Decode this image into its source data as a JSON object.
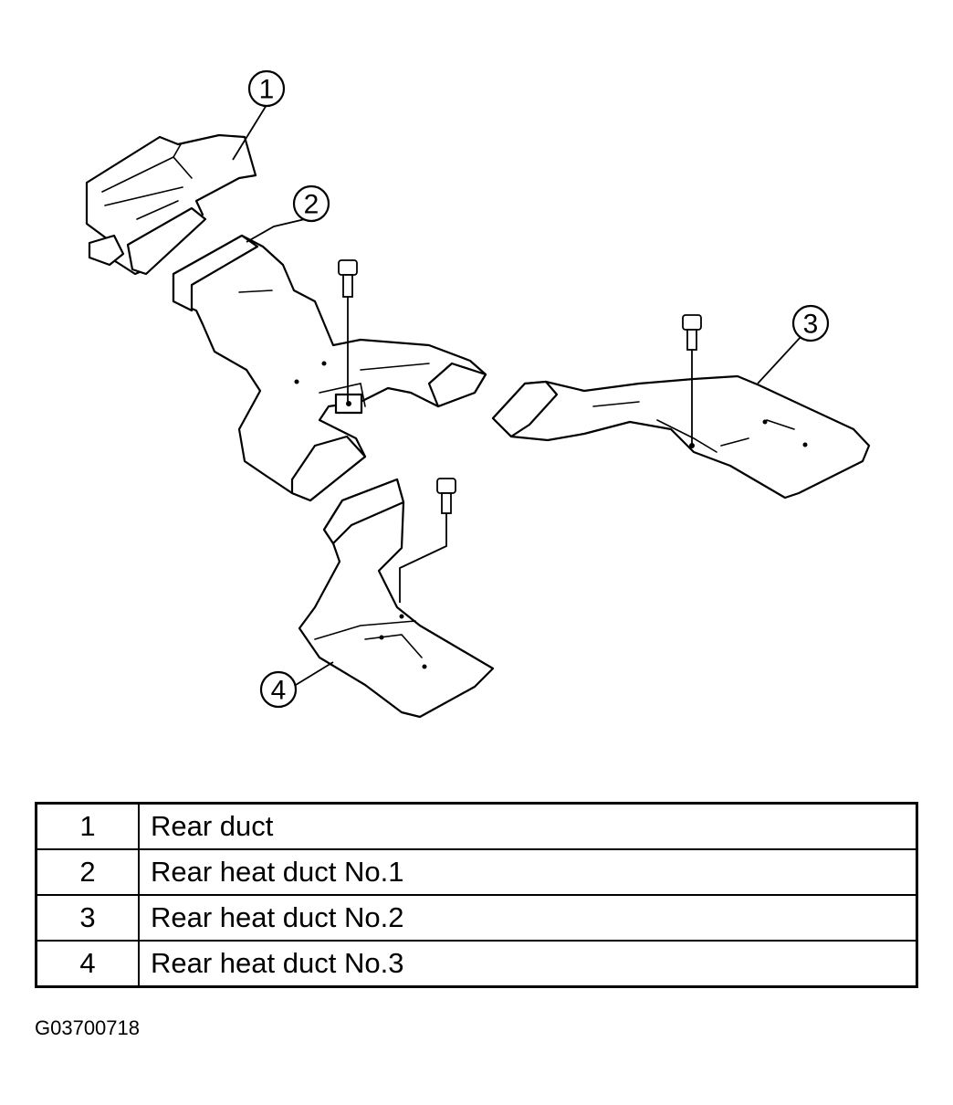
{
  "callouts": [
    "1",
    "2",
    "3",
    "4"
  ],
  "legend": {
    "rows": [
      {
        "num": "1",
        "desc": "Rear duct"
      },
      {
        "num": "2",
        "desc": "Rear heat duct No.1"
      },
      {
        "num": "3",
        "desc": "Rear heat duct No.2"
      },
      {
        "num": "4",
        "desc": "Rear heat duct No.3"
      }
    ]
  },
  "figure_id": "G03700718"
}
